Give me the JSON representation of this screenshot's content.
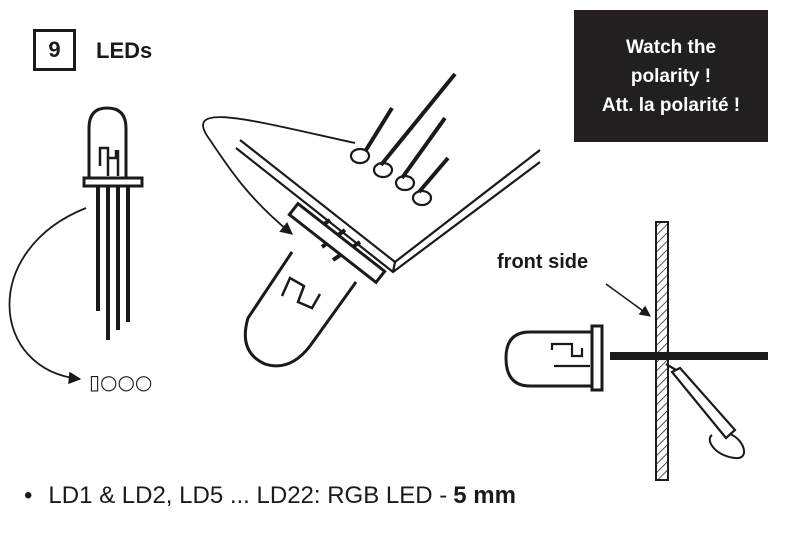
{
  "step": {
    "number": "9",
    "title": "LEDs"
  },
  "warning": {
    "lines": [
      "Watch the",
      "polarity !",
      "Att. la polarité !"
    ]
  },
  "labels": {
    "front_side": "front side",
    "pin_shape": "▯○○○"
  },
  "note": {
    "bullet": "•",
    "text": "LD1 & LD2, LD5 ... LD22: RGB LED -",
    "size": "5 mm"
  },
  "colors": {
    "ink": "#1a1a1a",
    "warning_bg": "#231f20",
    "warning_text": "#ffffff"
  }
}
